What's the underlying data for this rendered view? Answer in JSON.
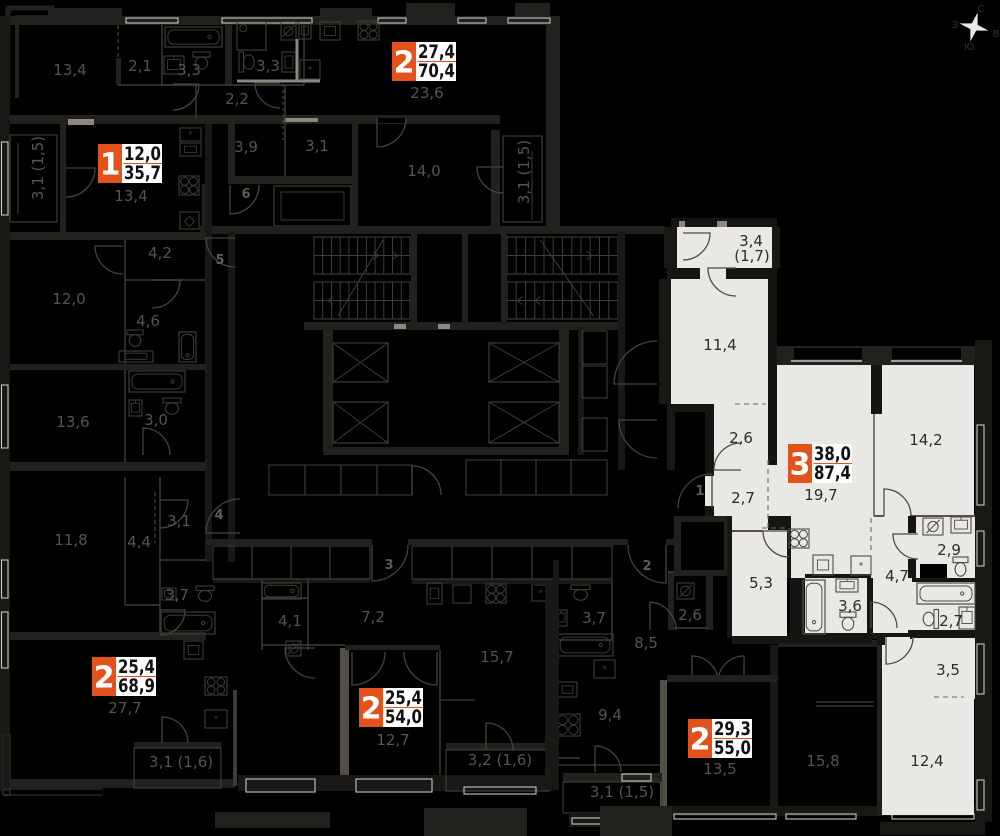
{
  "title": "residential-floor-plan",
  "colors": {
    "accent": "#e4521b",
    "highlight": "#e9e8e5",
    "background": "#000"
  },
  "compass": {
    "north": "С",
    "east": "В",
    "south": "Ю",
    "west": "З"
  },
  "apartments": [
    {
      "rooms": "1",
      "living_area": "12,0",
      "total_area": "35,7"
    },
    {
      "rooms": "2",
      "living_area": "27,4",
      "total_area": "70,4"
    },
    {
      "rooms": "2",
      "living_area": "25,4",
      "total_area": "68,9"
    },
    {
      "rooms": "2",
      "living_area": "25,4",
      "total_area": "54,0"
    },
    {
      "rooms": "2",
      "living_area": "29,3",
      "total_area": "55,0"
    },
    {
      "rooms": "3",
      "living_area": "38,0",
      "total_area": "87,4"
    }
  ],
  "room_labels": [
    {
      "text": "13,4"
    },
    {
      "text": "2,1"
    },
    {
      "text": "3,3"
    },
    {
      "text": "3,3"
    },
    {
      "text": "2,2"
    },
    {
      "text": "3,9"
    },
    {
      "text": "3,1"
    },
    {
      "text": "14,0"
    },
    {
      "text": "23,6"
    },
    {
      "text": "13,4"
    },
    {
      "text": "3,1 (1,5)"
    },
    {
      "text": "4,2"
    },
    {
      "text": "12,0"
    },
    {
      "text": "4,6"
    },
    {
      "text": "13,6"
    },
    {
      "text": "3,0"
    },
    {
      "text": "11,8"
    },
    {
      "text": "4,4"
    },
    {
      "text": "3,1"
    },
    {
      "text": "3,7"
    },
    {
      "text": "27,7"
    },
    {
      "text": "3,1 (1,6)"
    },
    {
      "text": "4,1"
    },
    {
      "text": "7,2"
    },
    {
      "text": "12,7"
    },
    {
      "text": "15,7"
    },
    {
      "text": "3,2 (1,6)"
    },
    {
      "text": "3,1 (1,5)"
    },
    {
      "text": "3,7"
    },
    {
      "text": "8,5"
    },
    {
      "text": "2,6"
    },
    {
      "text": "9,4"
    },
    {
      "text": "13,5"
    },
    {
      "text": "15,8"
    },
    {
      "text": "3,1 (1,5)"
    }
  ],
  "highlight_room_labels": [
    {
      "text": "3,4"
    },
    {
      "text": "(1,7)"
    },
    {
      "text": "11,4"
    },
    {
      "text": "2,6"
    },
    {
      "text": "2,7"
    },
    {
      "text": "19,7"
    },
    {
      "text": "14,2"
    },
    {
      "text": "5,3"
    },
    {
      "text": "3,6"
    },
    {
      "text": "4,7"
    },
    {
      "text": "2,9"
    },
    {
      "text": "2,7"
    },
    {
      "text": "3,5"
    },
    {
      "text": "12,4"
    }
  ],
  "unit_markers": [
    {
      "text": "6"
    },
    {
      "text": "5"
    },
    {
      "text": "4"
    },
    {
      "text": "3"
    },
    {
      "text": "2"
    },
    {
      "text": "1"
    }
  ]
}
